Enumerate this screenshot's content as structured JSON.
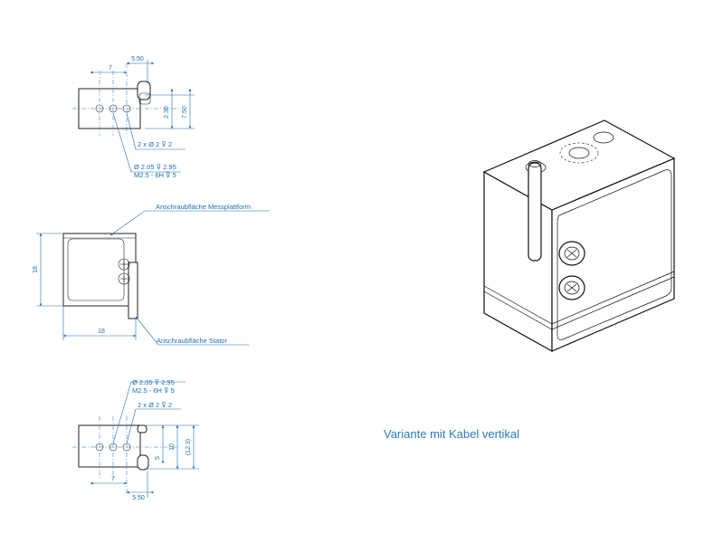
{
  "top_view": {
    "dims": {
      "width_7": "7",
      "width_550": "5.50",
      "height_230": "2.30",
      "height_750": "7.50"
    },
    "notes": {
      "holes": "2 x Ø 2 ⊽ 2",
      "thread_line1": "Ø 2.05 ⊽ 2.95",
      "thread_line2": "M2.5 - 6H ⊽ 5"
    }
  },
  "side_view": {
    "dims": {
      "height_18": "18",
      "width_18": "18"
    },
    "labels": {
      "platform": "Anschraubfläche Messplattform",
      "stator": "Anschraubfläche Stator"
    }
  },
  "bottom_view": {
    "dims": {
      "width_7": "7",
      "width_550": "5.50",
      "height_10": "10",
      "height_123": "(12.3)",
      "height_5": "5"
    },
    "notes": {
      "thread_line1": "Ø 2.05 ⊽ 2.95",
      "thread_line2": "M2.5 - 6H ⊽ 5",
      "holes": "2 x Ø 2 ⊽ 2"
    }
  },
  "iso_view": {
    "caption": "Variante mit Kabel vertikal"
  },
  "colors": {
    "dimension": "#1a6fb5",
    "outline": "#222222",
    "caption": "#2a7cc0"
  }
}
